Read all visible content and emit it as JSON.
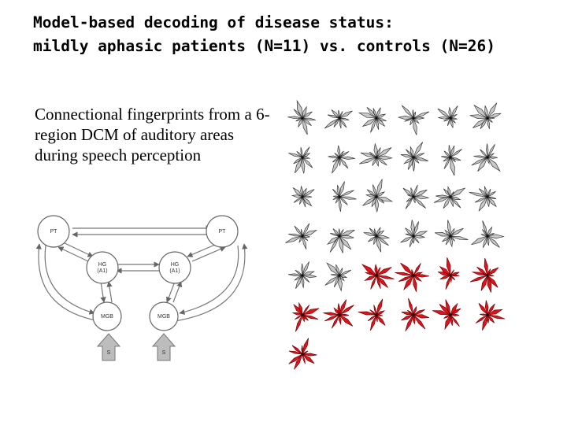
{
  "title": {
    "line1": "Model-based decoding of disease status:",
    "line2": "mildly aphasic patients (N=11) vs. controls (N=26)"
  },
  "description": "Connectional fingerprints from a 6-region DCM of auditory areas during speech perception",
  "diagram": {
    "nodes": {
      "pt_left": "PT",
      "pt_right": "PT",
      "hg_left_line1": "HG",
      "hg_left_line2": "(A1)",
      "hg_right_line1": "HG",
      "hg_right_line2": "(A1)",
      "mgb_left": "MGB",
      "mgb_right": "MGB",
      "input_left": "S",
      "input_right": "S"
    }
  },
  "fingerprints": {
    "controls_count": 26,
    "patients_count": 11,
    "columns": 6,
    "control_color": "#c8c8c8",
    "patient_color": "#e0141e",
    "control_stroke": "#3a3a3a",
    "patient_stroke": "#7a0000"
  }
}
